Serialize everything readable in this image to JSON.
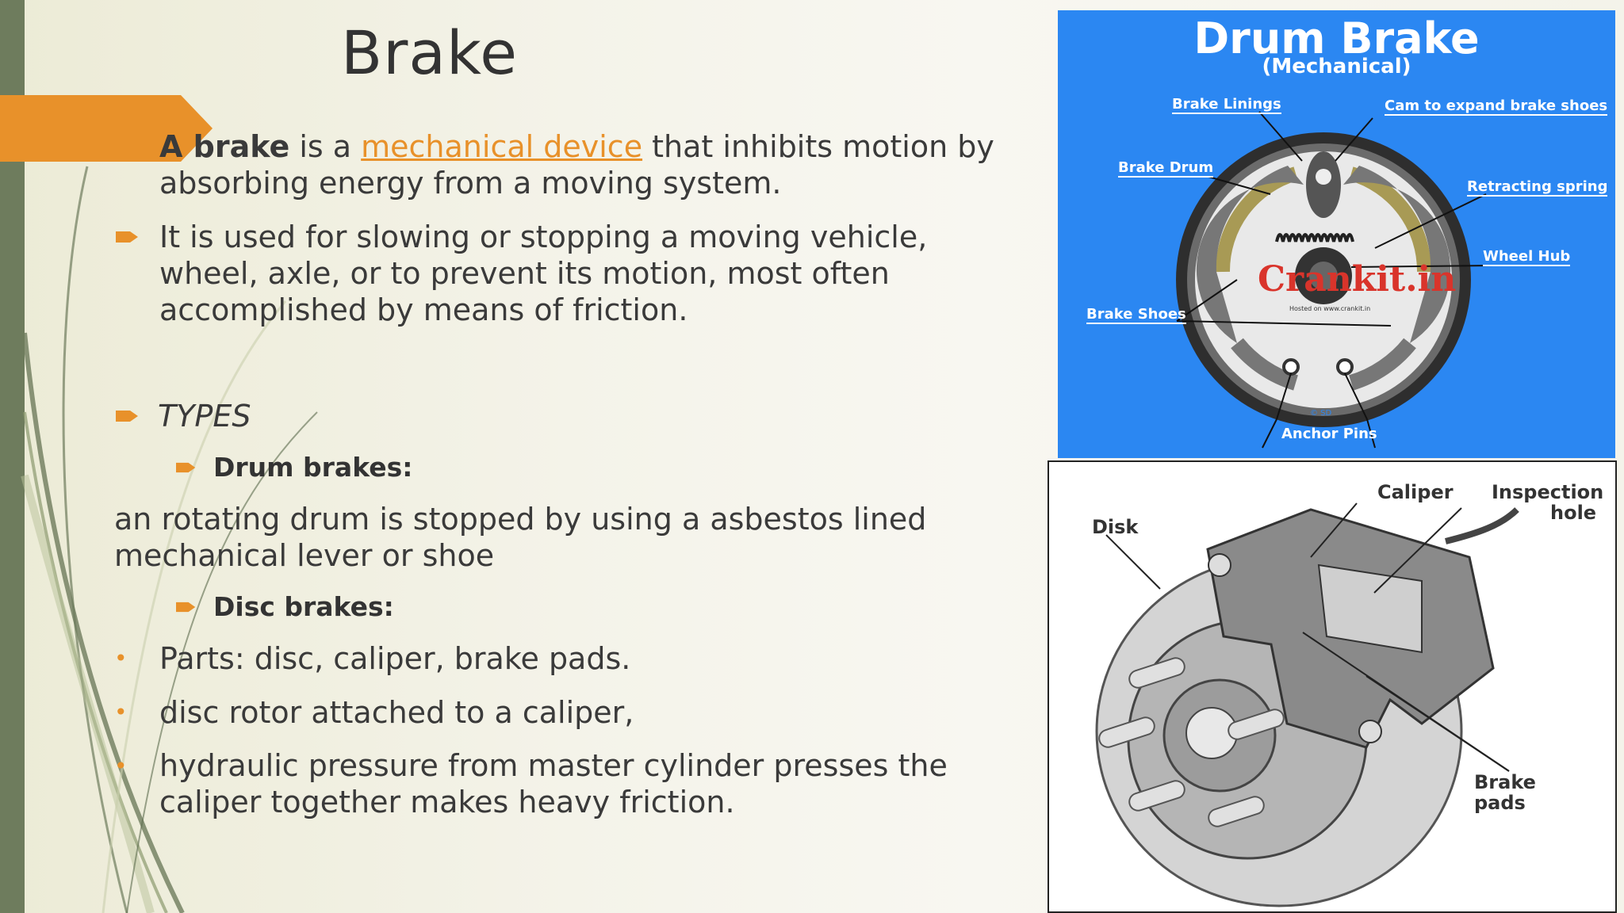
{
  "slide": {
    "title": "Brake",
    "intro": {
      "bold": "A brake",
      "pre_link": " is a ",
      "link": "mechanical device",
      "post_link": " that inhibits motion by",
      "line2": "absorbing energy from a moving system."
    },
    "bullet_use": {
      "line1": "It is used for slowing or stopping a moving vehicle,",
      "line2": "wheel, axle, or to prevent its motion, most often",
      "line3": "accomplished by means of friction."
    },
    "types_label": "TYPES",
    "drum": {
      "heading": "Drum brakes:",
      "line1": "an rotating drum is stopped by using a asbestos lined",
      "line2": "mechanical lever or shoe"
    },
    "disc": {
      "heading": "Disc brakes:",
      "parts": "Parts: disc, caliper, brake pads.",
      "rotor": "disc rotor attached to a caliper,",
      "hydraulic1": "hydraulic pressure from master cylinder presses the",
      "hydraulic2": "caliper together makes heavy friction."
    },
    "bullet_dot": "•"
  },
  "drum_figure": {
    "title": "Drum Brake",
    "subtitle": "(Mechanical)",
    "labels": {
      "brake_linings": "Brake Linings",
      "cam": "Cam to expand brake shoes",
      "brake_drum": "Brake Drum",
      "retracting_spring": "Retracting spring",
      "wheel_hub": "Wheel Hub",
      "brake_shoes": "Brake Shoes",
      "anchor_pins": "Anchor Pins"
    },
    "watermark": "Crankit.in",
    "watermark_sub": "Hosted on www.crankit.in",
    "copyright": "© SD"
  },
  "disc_figure": {
    "labels": {
      "disk": "Disk",
      "caliper": "Caliper",
      "inspection": "Inspection",
      "hole": "hole",
      "brake": "Brake",
      "pads": "pads"
    }
  },
  "colors": {
    "accent": "#e8912a",
    "sidebar": "#6e7c5d",
    "drum_bg": "#2b87f2"
  }
}
